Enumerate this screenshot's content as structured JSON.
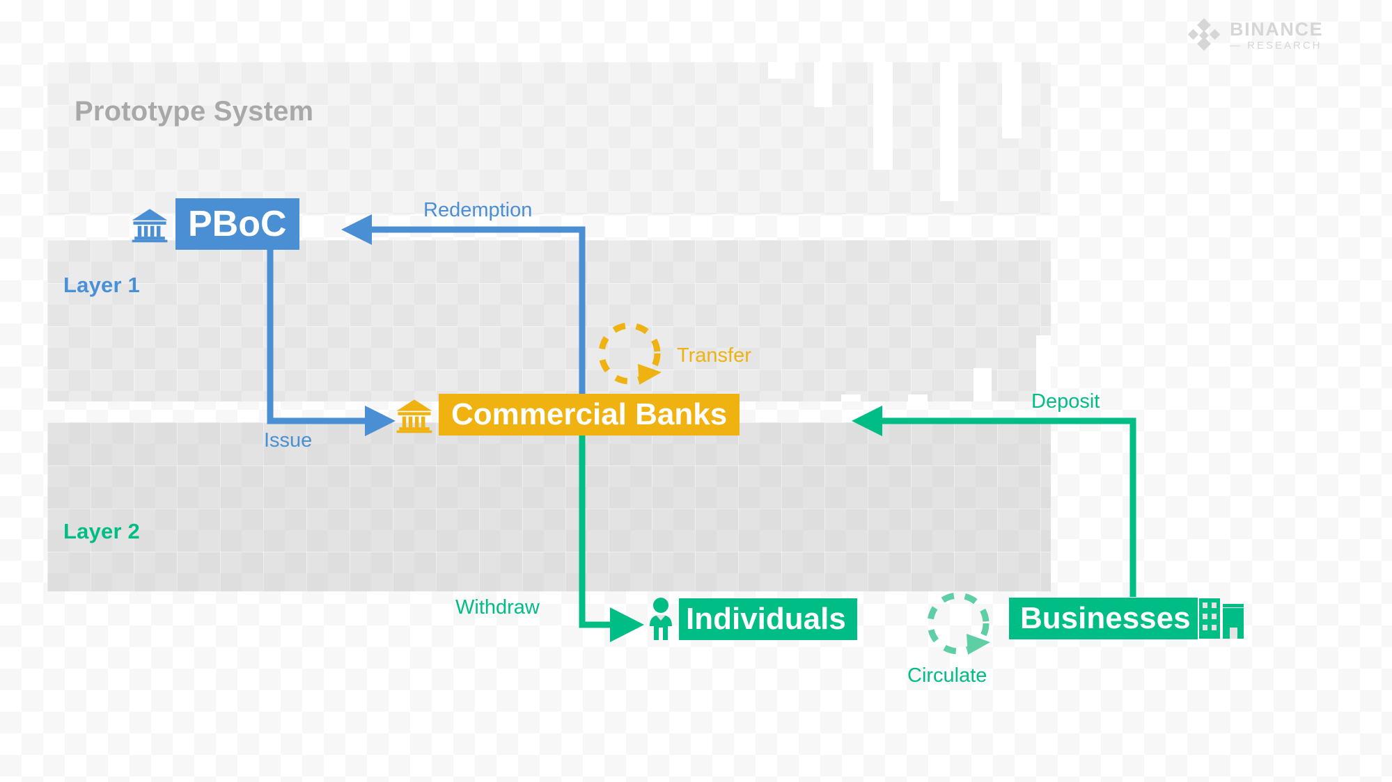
{
  "brand": {
    "name": "BINANCE",
    "sub": "— RESEARCH",
    "logo_icon": "binance-diamond-logo",
    "color": "#d6d6d6"
  },
  "page_title": "Prototype System",
  "layers": [
    {
      "id": "layer1",
      "label": "Layer 1",
      "color": "#4a90d9"
    },
    {
      "id": "layer2",
      "label": "Layer 2",
      "color": "#00bd85"
    }
  ],
  "palette": {
    "blue": "#4a8fd4",
    "amber": "#efb211",
    "green": "#00bd85",
    "title_gray": "#a8a8a8",
    "band_top": "#f4f4f4",
    "band_mid": "#ebebeb",
    "band_bottom": "#e3e3e3"
  },
  "nodes": [
    {
      "id": "pboc",
      "label": "PBoC",
      "color": "#4a8fd4",
      "icon": "bank-building-icon",
      "icon_side": "left"
    },
    {
      "id": "cbanks",
      "label": "Commercial Banks",
      "color": "#efb211",
      "icon": "bank-building-icon",
      "icon_side": "left"
    },
    {
      "id": "individuals",
      "label": "Individuals",
      "color": "#00bd85",
      "icon": "person-icon",
      "icon_side": "left"
    },
    {
      "id": "businesses",
      "label": "Businesses",
      "color": "#00bd85",
      "icon": "office-buildings-icon",
      "icon_side": "right"
    }
  ],
  "edges": [
    {
      "id": "redemption",
      "label": "Redemption",
      "color": "#4a8fd4",
      "from": "cbanks",
      "to": "pboc",
      "style": "solid"
    },
    {
      "id": "issue",
      "label": "Issue",
      "color": "#4a8fd4",
      "from": "pboc",
      "to": "cbanks",
      "style": "solid"
    },
    {
      "id": "transfer",
      "label": "Transfer",
      "color": "#efb211",
      "from": "cbanks",
      "to": "cbanks",
      "style": "dashed-loop"
    },
    {
      "id": "deposit",
      "label": "Deposit",
      "color": "#00bd85",
      "from": "businesses",
      "to": "cbanks",
      "style": "solid"
    },
    {
      "id": "withdraw",
      "label": "Withdraw",
      "color": "#00bd85",
      "from": "cbanks",
      "to": "individuals",
      "style": "solid"
    },
    {
      "id": "circulate",
      "label": "Circulate",
      "color": "#00bd85",
      "from": "individuals",
      "to": "businesses",
      "style": "dashed-loop"
    }
  ]
}
